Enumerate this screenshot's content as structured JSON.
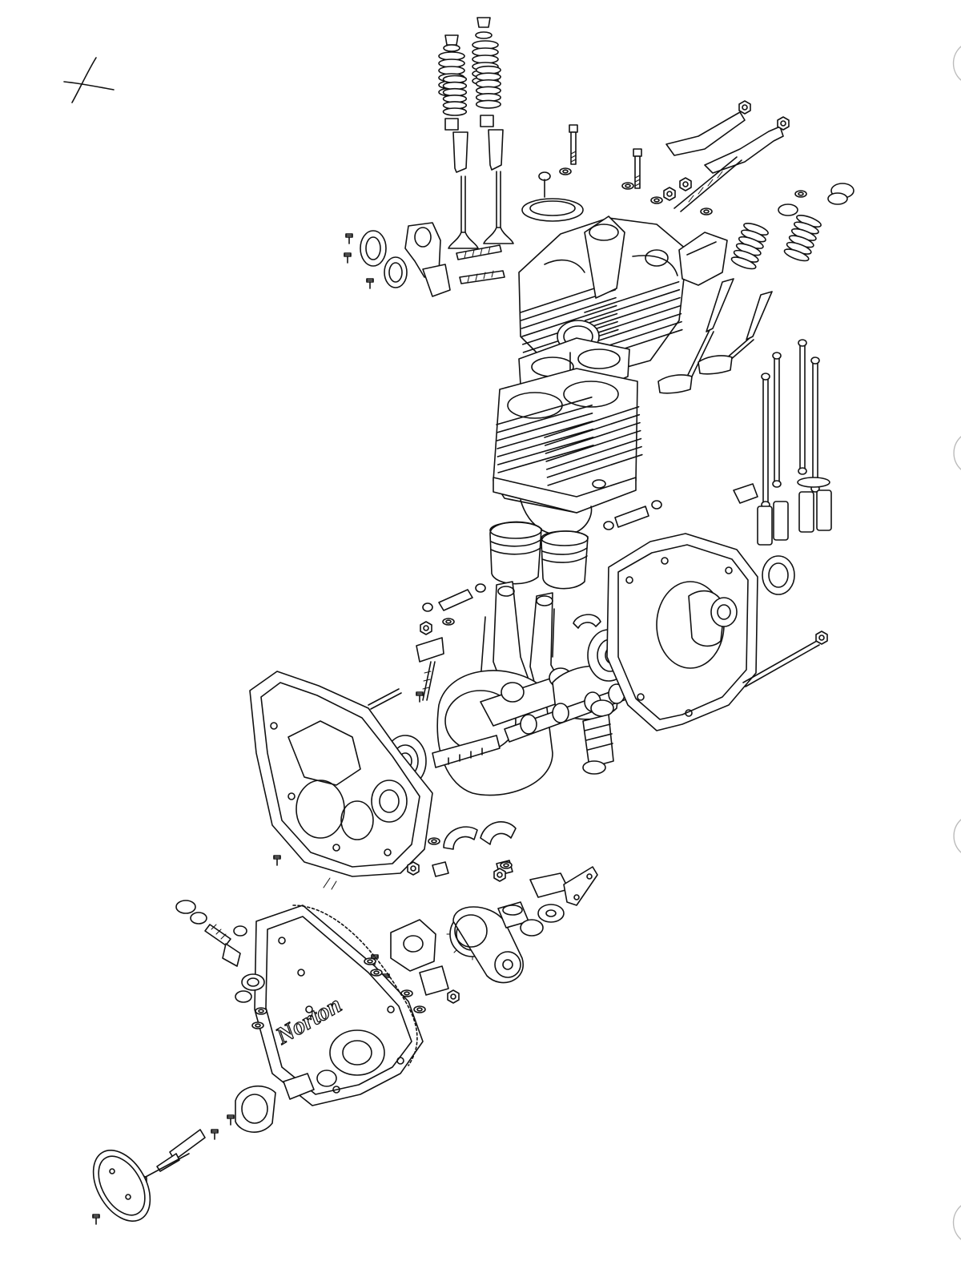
{
  "drawing": {
    "type": "exploded-engine-view",
    "line_color": "#111111",
    "background": "#ffffff",
    "logo_text": "Norton",
    "annotation_mark": "handwritten-x",
    "binder_holes": 4
  }
}
